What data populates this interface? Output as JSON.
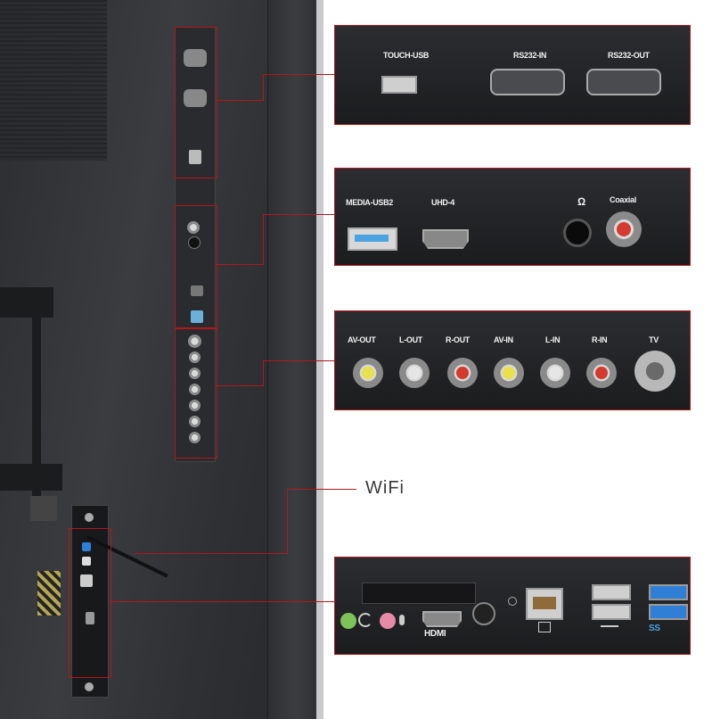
{
  "callouts": {
    "box1": {
      "ports": [
        {
          "label": "TOUCH-USB"
        },
        {
          "label": "RS232-IN"
        },
        {
          "label": "RS232-OUT"
        }
      ]
    },
    "box2": {
      "ports": [
        {
          "label": "MEDIA-USB2"
        },
        {
          "label": "UHD-4"
        },
        {
          "label": "Ω"
        },
        {
          "label": "Coaxial"
        }
      ]
    },
    "box3": {
      "ports": [
        {
          "label": "AV-OUT",
          "color": "#e8e14a"
        },
        {
          "label": "L-OUT",
          "color": "#e6e6e6"
        },
        {
          "label": "R-OUT",
          "color": "#d43a2e"
        },
        {
          "label": "AV-IN",
          "color": "#e8e14a"
        },
        {
          "label": "L-IN",
          "color": "#e6e6e6"
        },
        {
          "label": "R-IN",
          "color": "#d43a2e"
        },
        {
          "label": "TV",
          "color": "#9a9a9a"
        }
      ]
    },
    "wifi": {
      "label": "WiFi"
    },
    "box4": {
      "hdmi_label": "HDMI",
      "ss_label": "SS"
    }
  },
  "colors": {
    "accent": "#b3171b",
    "usb3": "#2f7fd6",
    "audio_green": "#7ec25a",
    "audio_pink": "#e58aa7"
  }
}
